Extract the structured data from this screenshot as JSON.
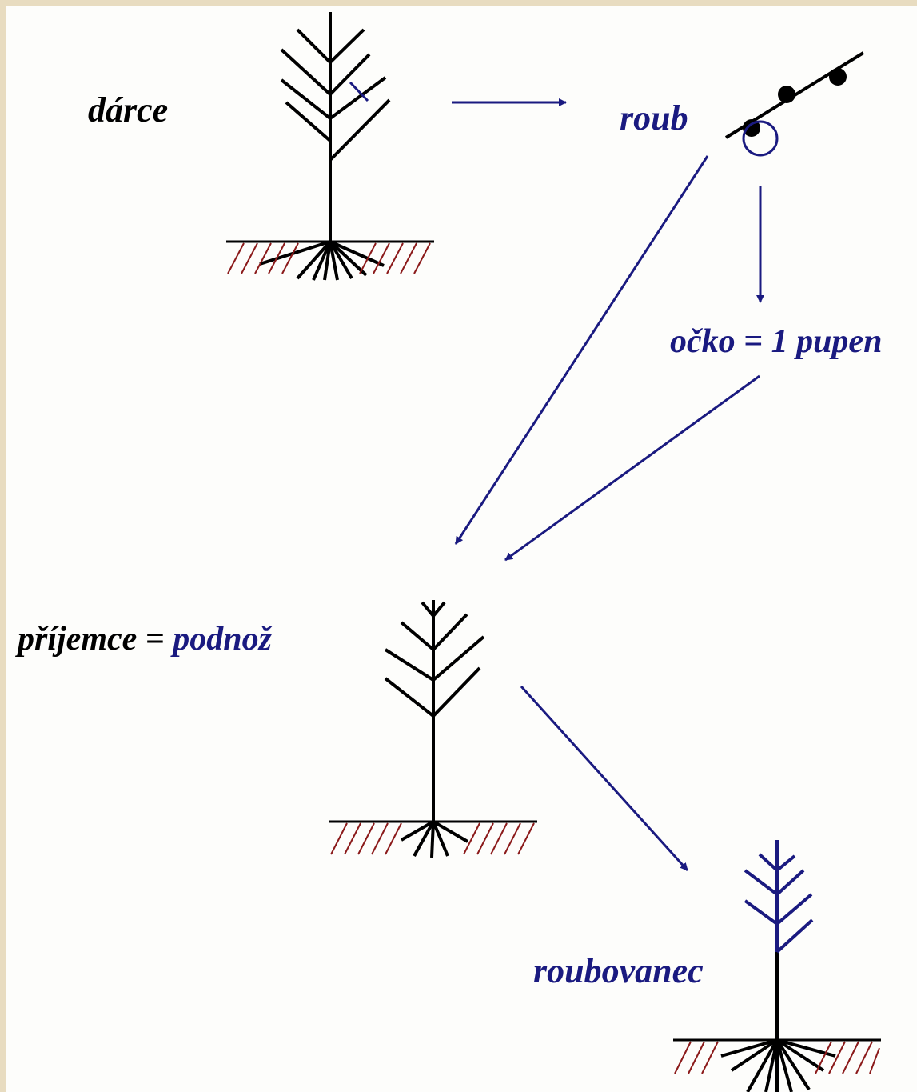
{
  "colors": {
    "black": "#000000",
    "blue": "#1a1a80",
    "soil": "#8b1a1a",
    "background": "#fdfdfb",
    "border": "#e8dcc0"
  },
  "labels": {
    "donor": "dárce",
    "scion": "roub",
    "bud": "očko = 1 pupen",
    "recipient": "příjemce",
    "equals": "=",
    "rootstock": "podnož",
    "grafted": "roubovanec"
  }
}
